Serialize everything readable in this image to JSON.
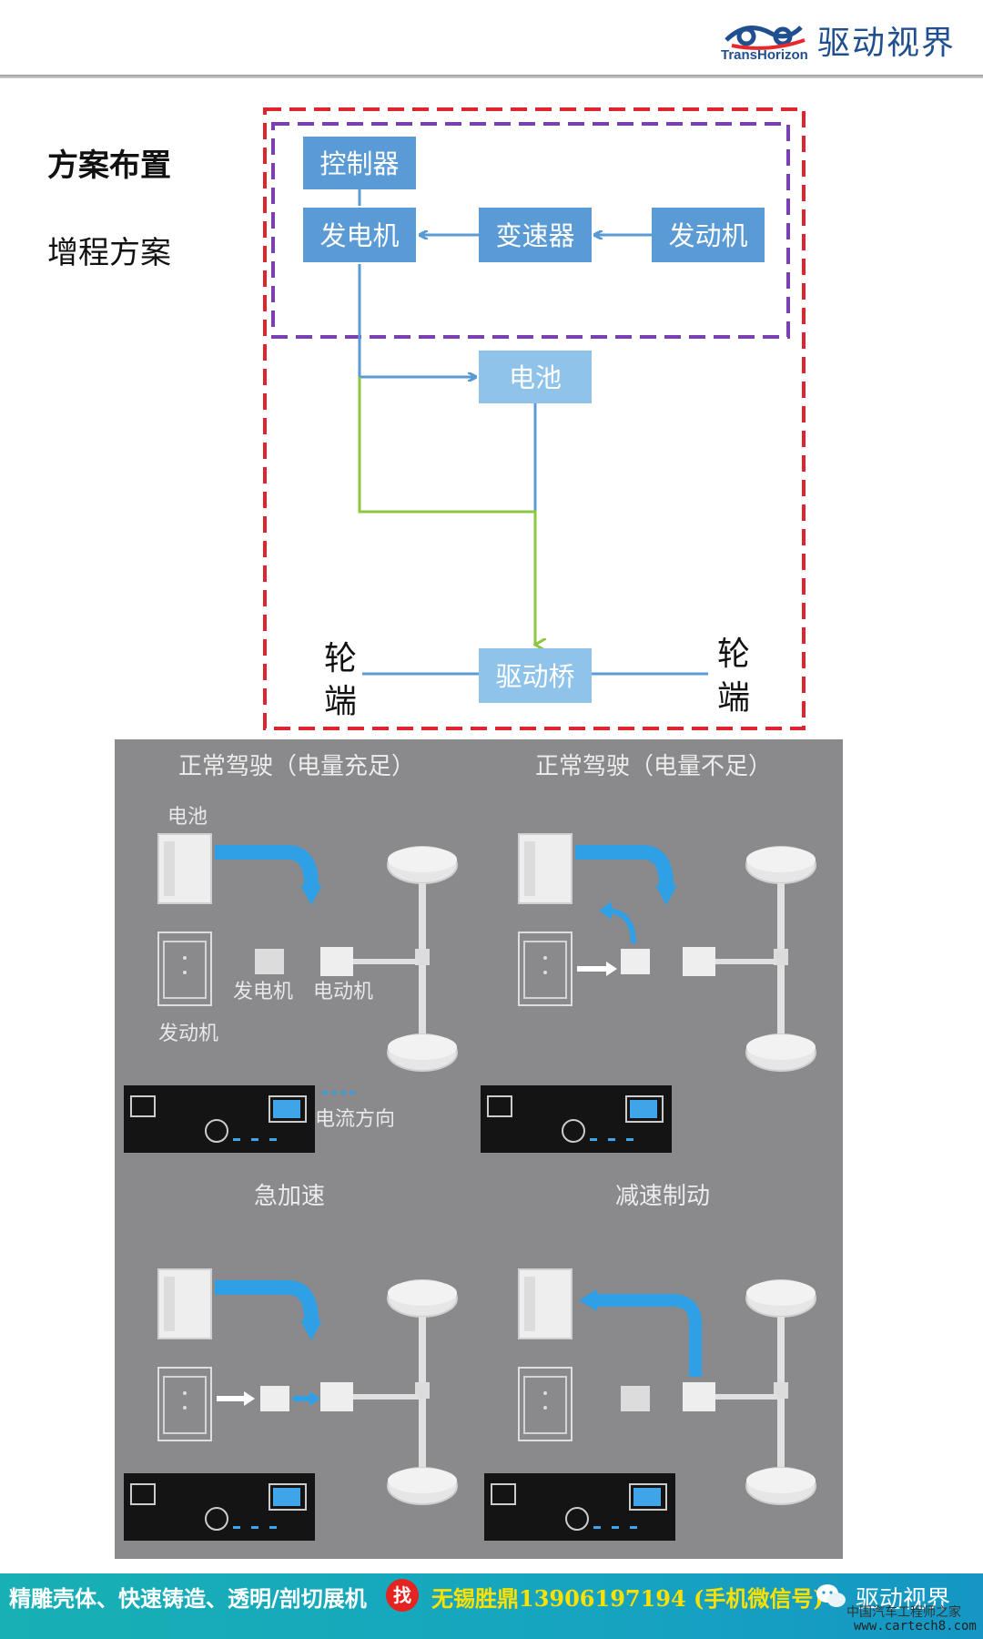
{
  "header": {
    "logo_en": "TransHorizon",
    "logo_cn": "驱动视界"
  },
  "side": {
    "title": "方案布置",
    "subtitle": "增程方案"
  },
  "diagram": {
    "blocks": {
      "controller": "控制器",
      "generator": "发电机",
      "gearbox": "变速器",
      "engine": "发动机",
      "battery": "电池",
      "drive_axle": "驱动桥"
    },
    "wheel_left": [
      "轮",
      "端"
    ],
    "wheel_right": [
      "轮",
      "端"
    ],
    "colors": {
      "block_dark": "#5b9bd5",
      "block_light": "#8fc3ea",
      "line_blue": "#5b9bd5",
      "line_green": "#8dc63f",
      "red_dash": "#e0242b",
      "purple_dash": "#7a3fb0"
    }
  },
  "panel": {
    "quadrants": [
      {
        "title": "正常驾驶（电量充足）"
      },
      {
        "title": "正常驾驶（电量不足）"
      },
      {
        "title": "急加速"
      },
      {
        "title": "减速制动"
      }
    ],
    "labels": {
      "battery": "电池",
      "generator": "发电机",
      "motor": "电动机",
      "engine": "发动机",
      "current_direction": "电流方向"
    }
  },
  "footer": {
    "promo": "精雕壳体、快速铸造、透明/剖切展机",
    "badge": "找",
    "contact": "无锡胜鼎13906197194 (手机微信号)",
    "brand": "驱动视界",
    "watermark": "中国汽车工程师之家",
    "url": "www.cartech8.com"
  }
}
